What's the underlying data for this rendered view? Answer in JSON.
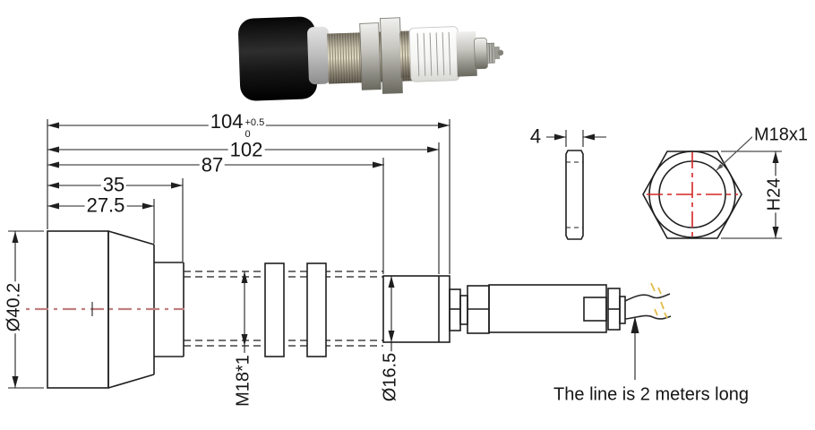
{
  "colors": {
    "line": "#1f1f1f",
    "centerline_soft": "#c17f7f",
    "centerline_red": "#d42525",
    "leader": "#555555",
    "wire": "#e3bb4a"
  },
  "dimensions": {
    "overall_length": {
      "value": "104",
      "tol_upper": "+0.5",
      "tol_lower": "0"
    },
    "body_length": "102",
    "thread_length": "87",
    "head_length": "35",
    "cap_length": "27.5",
    "head_diameter": "Ø40.2",
    "thread_spec": "M18*1",
    "tube_diameter": "Ø16.5",
    "nut_thickness": "4",
    "nut_thread": "M18x1",
    "nut_height": "H24"
  },
  "annotations": {
    "cable_note": "The line is 2 meters long"
  }
}
